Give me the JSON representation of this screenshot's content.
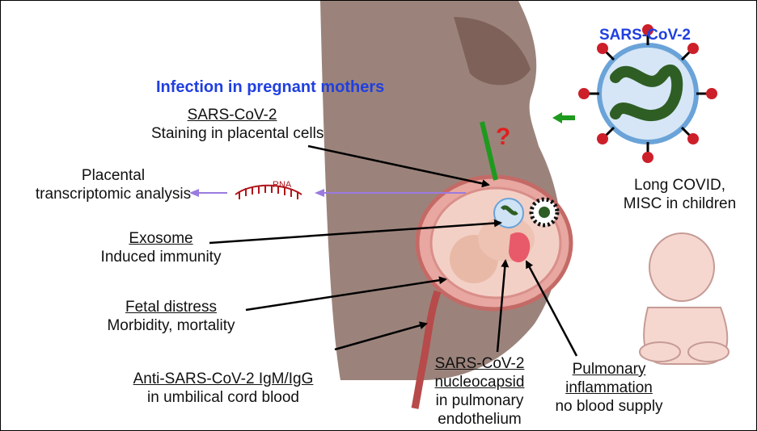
{
  "header": {
    "title": "Infection in pregnant mothers",
    "virus_title": "SARS-CoV-2"
  },
  "labels": {
    "staining_u": "SARS-CoV-2",
    "staining": "Staining in placental cells",
    "transcriptomic_1": "Placental",
    "transcriptomic_2": "transcriptomic analysis",
    "rna": "RNA",
    "exosome_u": "Exosome",
    "exosome": "Induced immunity",
    "fetal_u": "Fetal distress",
    "fetal": "Morbidity, mortality",
    "antibody_u": "Anti-SARS-CoV-2 IgM/IgG",
    "antibody": "in umbilical cord blood",
    "nucleo_u1": "SARS-CoV-2",
    "nucleo_u2": "nucleocapsid",
    "nucleo_3": "in pulmonary",
    "nucleo_4": "endothelium",
    "pulm_u1": "Pulmonary",
    "pulm_u2": "inflammation",
    "pulm_3": "no blood supply",
    "long_covid_1": "Long COVID,",
    "long_covid_2": "MISC in children",
    "question": "?"
  },
  "colors": {
    "title_blue": "#1f3fe0",
    "arrow_green": "#1e9a1e",
    "arrow_purple": "#9b7be0",
    "skin": "#7a5a4f",
    "uterus": "#e8a7a1",
    "virus_core": "#2e5e24"
  }
}
